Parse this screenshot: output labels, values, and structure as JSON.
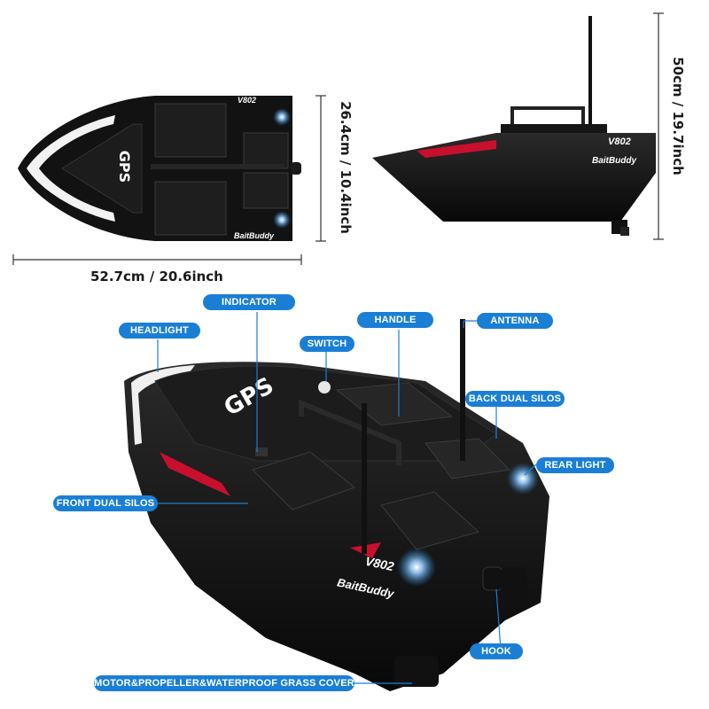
{
  "dimensions": {
    "length": "52.7cm / 20.6inch",
    "width": "26.4cm / 10.4inch",
    "height": "50cm / 19.7inch"
  },
  "branding": {
    "hull_text": "GPS",
    "model": "V802",
    "brand": "BaitBuddy"
  },
  "callouts": {
    "indicator": "INDICATOR",
    "headlight": "HEADLIGHT",
    "switch": "SWITCH",
    "handle": "HANDLE",
    "antenna": "ANTENNA",
    "back_dual_silos": "BACK DUAL SILOS",
    "rear_light": "REAR LIGHT",
    "front_dual_silos": "FRONT DUAL SILOS",
    "hook": "HOOK",
    "motor": "MOTOR&PROPELLER&WATERPROOF GRASS COVER"
  },
  "colors": {
    "callout_blue": "#1a7fd4",
    "hull": "#141414",
    "accent_red": "#c8102e",
    "light_blue": "#4fa8ff"
  }
}
